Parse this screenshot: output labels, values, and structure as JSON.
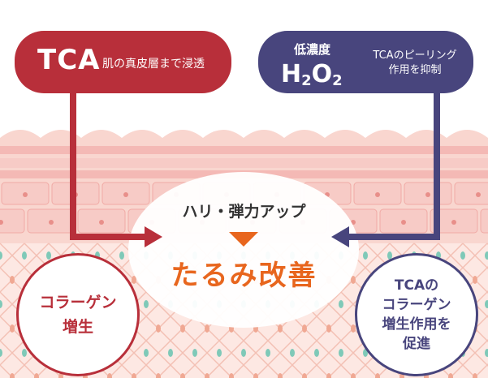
{
  "left_box": {
    "name": "TCA",
    "effect": "肌の真皮層まで浸透"
  },
  "right_box": {
    "qualifier": "低濃度",
    "formula_h": "H",
    "formula_2a": "2",
    "formula_o": "O",
    "formula_2b": "2",
    "effect_line1": "TCAのピーリング",
    "effect_line2": "作用を抑制"
  },
  "center": {
    "lift": "ハリ・弾力アップ",
    "result": "たるみ改善"
  },
  "left_circle": {
    "line1": "コラーゲン",
    "line2": "増生"
  },
  "right_circle": {
    "line1": "TCAの",
    "line2": "コラーゲン",
    "line3": "増生作用を",
    "line4": "促進"
  },
  "colors": {
    "tca_red": "#b82f3a",
    "h2o2_navy": "#48457d",
    "result_orange": "#e8661e",
    "skin_pink": "#f5c4c4",
    "skin_light": "#fde8e3",
    "dot_teal": "#7fc9b8"
  }
}
